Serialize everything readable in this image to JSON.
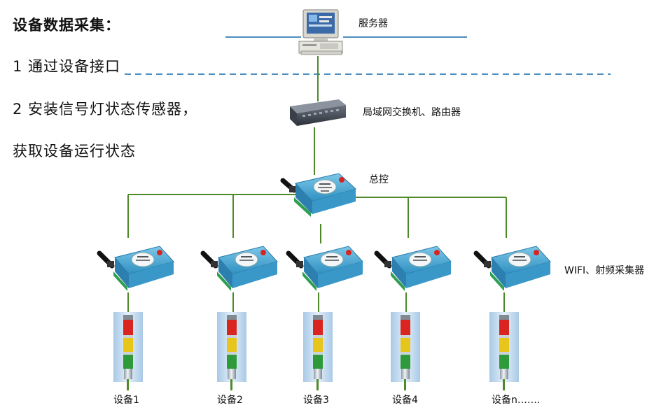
{
  "intro": {
    "heading": "设备数据采集：",
    "point1": "1 通过设备接口",
    "point2": "2 安装信号灯状态传感器，",
    "point3": "获取设备运行状态"
  },
  "nodes": {
    "server": "服务器",
    "switch": "局域网交换机、路由器",
    "master": "总控",
    "collectors": "WIFI、射频采集器"
  },
  "devices": [
    "设备1",
    "设备2",
    "设备3",
    "设备4",
    "设备n……."
  ],
  "colors": {
    "network_line": "#4a8ec2",
    "tree_line": "#4e8a2a",
    "module_body": "#43a6d4",
    "terminal_green": "#2e9e52",
    "light_red": "#d9241f",
    "light_yellow": "#e8c51a",
    "light_green": "#2f9a3a"
  }
}
